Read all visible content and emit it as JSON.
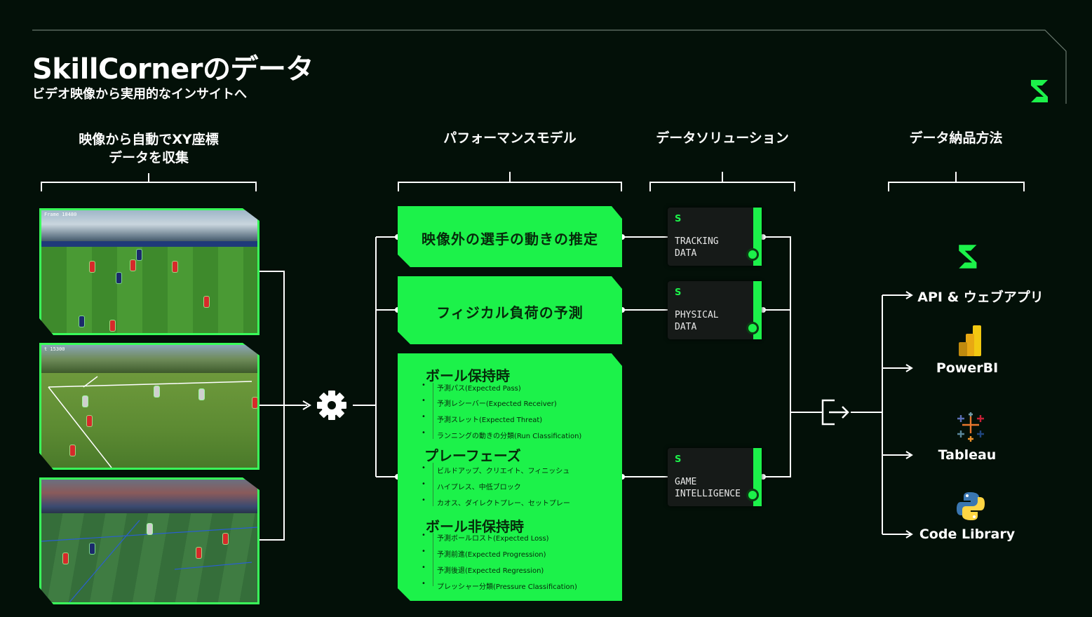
{
  "header": {
    "title": "SkillCornerのデータ",
    "subtitle": "ビデオ映像から実用的なインサイトへ"
  },
  "columns": {
    "capture": "映像から自動でXY座標\nデータを収集",
    "models": "パフォーマンスモデル",
    "solutions": "データソリューション",
    "delivery": "データ納品方法"
  },
  "video_frames": [
    {
      "tag": "Frame 18480"
    },
    {
      "tag": "t 15300"
    },
    {
      "tag": ""
    }
  ],
  "models": {
    "box1": "映像外の選手の動きの推定",
    "box2": "フィジカル負荷の予測",
    "box3": {
      "sections": [
        {
          "title": "ボール保持時",
          "items": [
            "予測パス(Expected Pass)",
            "予測レシーバー(Expected Receiver)",
            "予測スレット(Expected Threat)",
            "ランニングの動きの分類(Run Classification)"
          ]
        },
        {
          "title": "プレーフェーズ",
          "items": [
            "ビルドアップ、クリエイト、フィニッシュ",
            "ハイプレス、中低ブロック",
            "カオス、ダイレクトプレー、セットプレー"
          ]
        },
        {
          "title": "ボール非保持時",
          "items": [
            "予測ボールロスト(Expected Loss)",
            "予測前進(Expected Progression)",
            "予測後退(Expected Regression)",
            "プレッシャー分類(Pressure Classification)"
          ]
        }
      ]
    }
  },
  "solutions": [
    {
      "label": "TRACKING\nDATA",
      "logo": "S"
    },
    {
      "label": "PHYSICAL\nDATA",
      "logo": "S"
    },
    {
      "label": "GAME\nINTELLIGENCE",
      "logo": "S"
    }
  ],
  "delivery": [
    {
      "label": "API & ウェブアプリ",
      "icon": "skillcorner-logo-icon"
    },
    {
      "label": "PowerBI",
      "icon": "powerbi-icon"
    },
    {
      "label": "Tableau",
      "icon": "tableau-icon"
    },
    {
      "label": "Code Library",
      "icon": "python-icon"
    }
  ],
  "colors": {
    "background": "#031008",
    "accent": "#1cf24a",
    "box_text": "#062a0b"
  }
}
